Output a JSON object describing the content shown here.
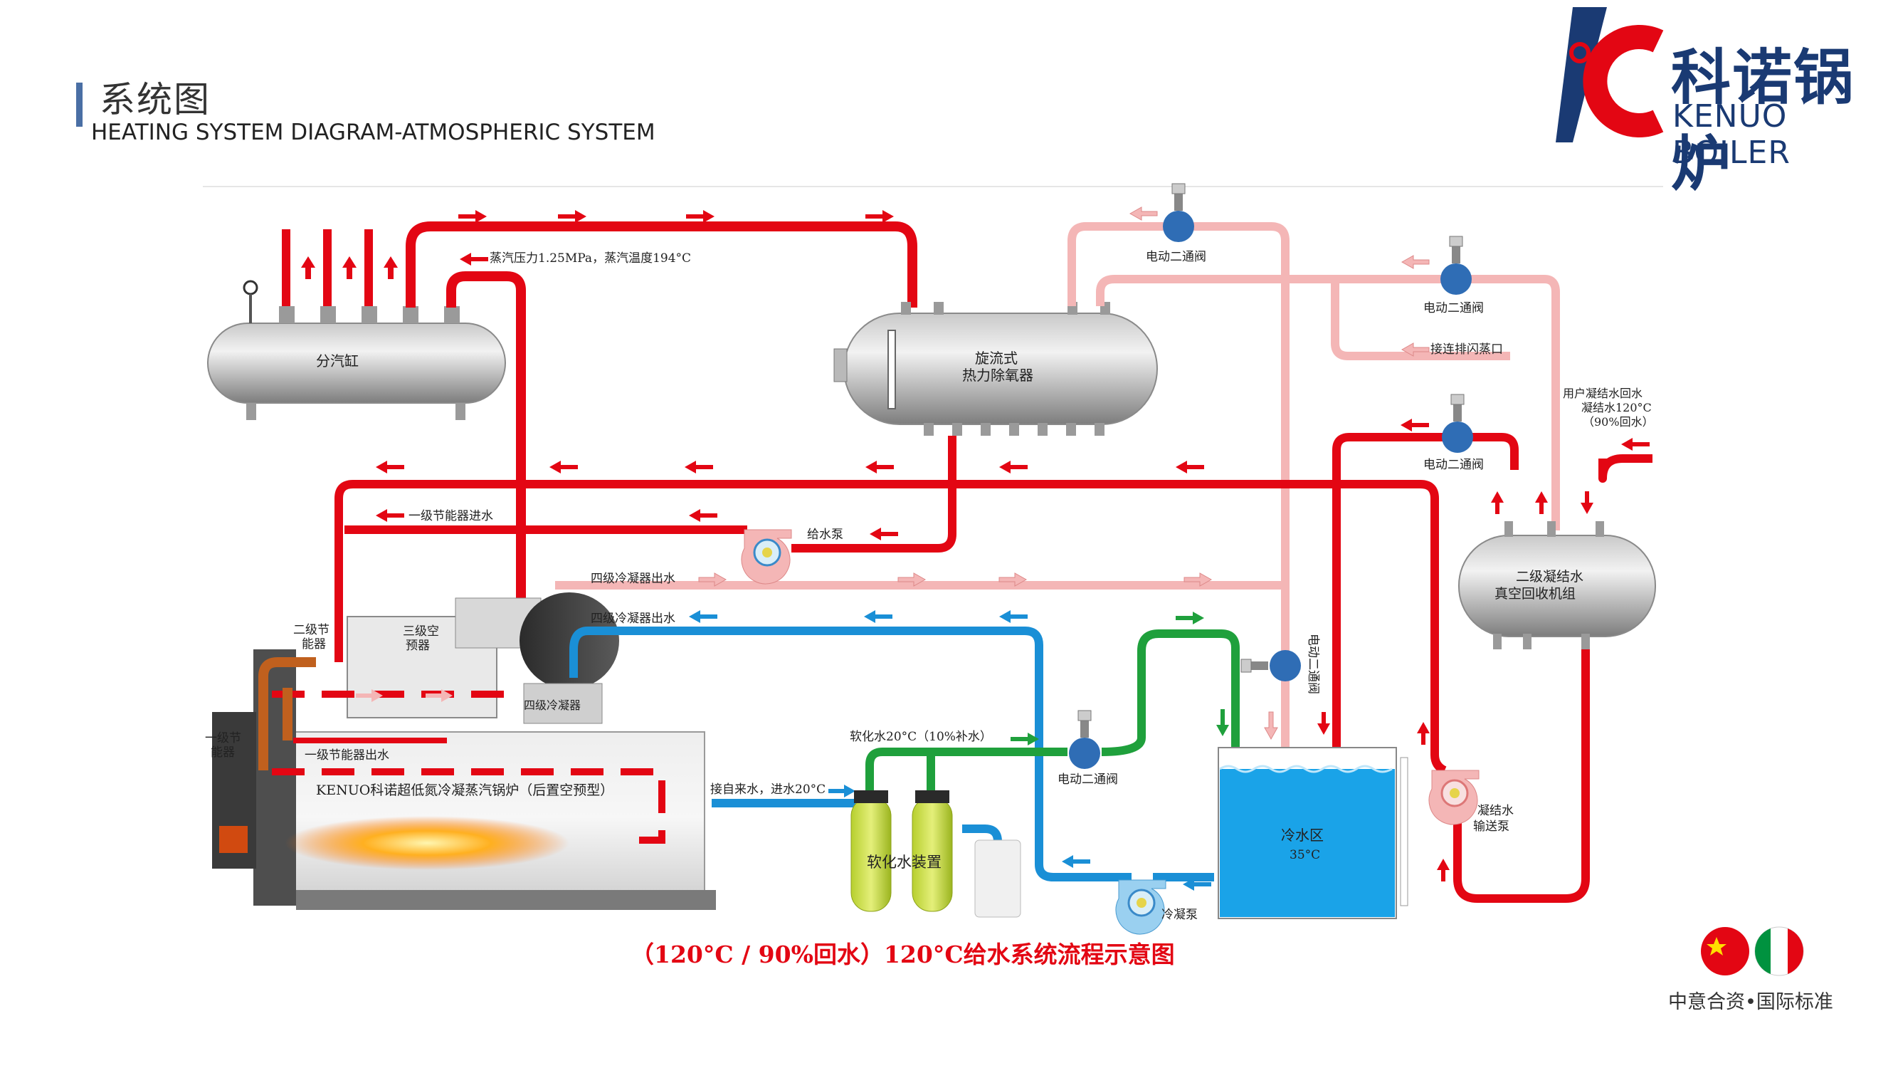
{
  "header": {
    "title_cn": "系统图",
    "title_en": "HEATING SYSTEM DIAGRAM-ATMOSPHERIC SYSTEM"
  },
  "brand": {
    "name_cn": "科诺锅炉",
    "name_en": "KENUO BOILER",
    "standard": "中意合资•国际标准",
    "colors": {
      "navy": "#1a3a73",
      "red": "#e30613"
    }
  },
  "labels": {
    "steam_note": "蒸汽压力1.25MPa，蒸汽温度194°C",
    "header_tank": "分汽缸",
    "deaerator_1": "旋流式",
    "deaerator_2": "热力除氧器",
    "valve_top": "电动二通阀",
    "valve_right1": "电动二通阀",
    "vent": "接连排闪蒸口",
    "user_return_1": "用户凝结水回水",
    "user_return_2": "凝结水120°C",
    "user_return_3": "（90%回水）",
    "valve_right2": "电动二通阀",
    "econ1_in": "一级节能器进水",
    "feed_pump": "给水泵",
    "c4_out_top": "四级冷凝器出水",
    "c4_out_bot": "四级冷凝器出水",
    "vacuum_1": "二级凝结水",
    "vacuum_2": "真空回收机组",
    "econ2_1": "二级节",
    "econ2_2": "能器",
    "air_pre_1": "三级空",
    "air_pre_2": "预器",
    "econ1_1": "一级节",
    "econ1_2": "能器",
    "econ1_out": "一级节能器出水",
    "condenser4": "四级冷凝器",
    "boiler": "KENUO科诺超低氮冷凝蒸汽锅炉（后置空预型）",
    "soft_water_in": "软化水20°C（10%补水）",
    "valve_mid": "电动二通阀",
    "valve_vert": "电动二通阀",
    "tap_water": "接自来水，进水20°C",
    "softener": "软化水装置",
    "tank_1": "冷水区",
    "tank_2": "35°C",
    "cold_pump": "冷凝泵",
    "cond_pump_1": "凝结水",
    "cond_pump_2": "输送泵",
    "caption": "（120°C / 90%回水）120°C给水系统流程示意图"
  },
  "colors": {
    "steam": "#e30613",
    "return": "#f4b6b6",
    "cold": "#1a8fd6",
    "soft": "#1fa03c",
    "tank_water": "#1aa3e8"
  }
}
